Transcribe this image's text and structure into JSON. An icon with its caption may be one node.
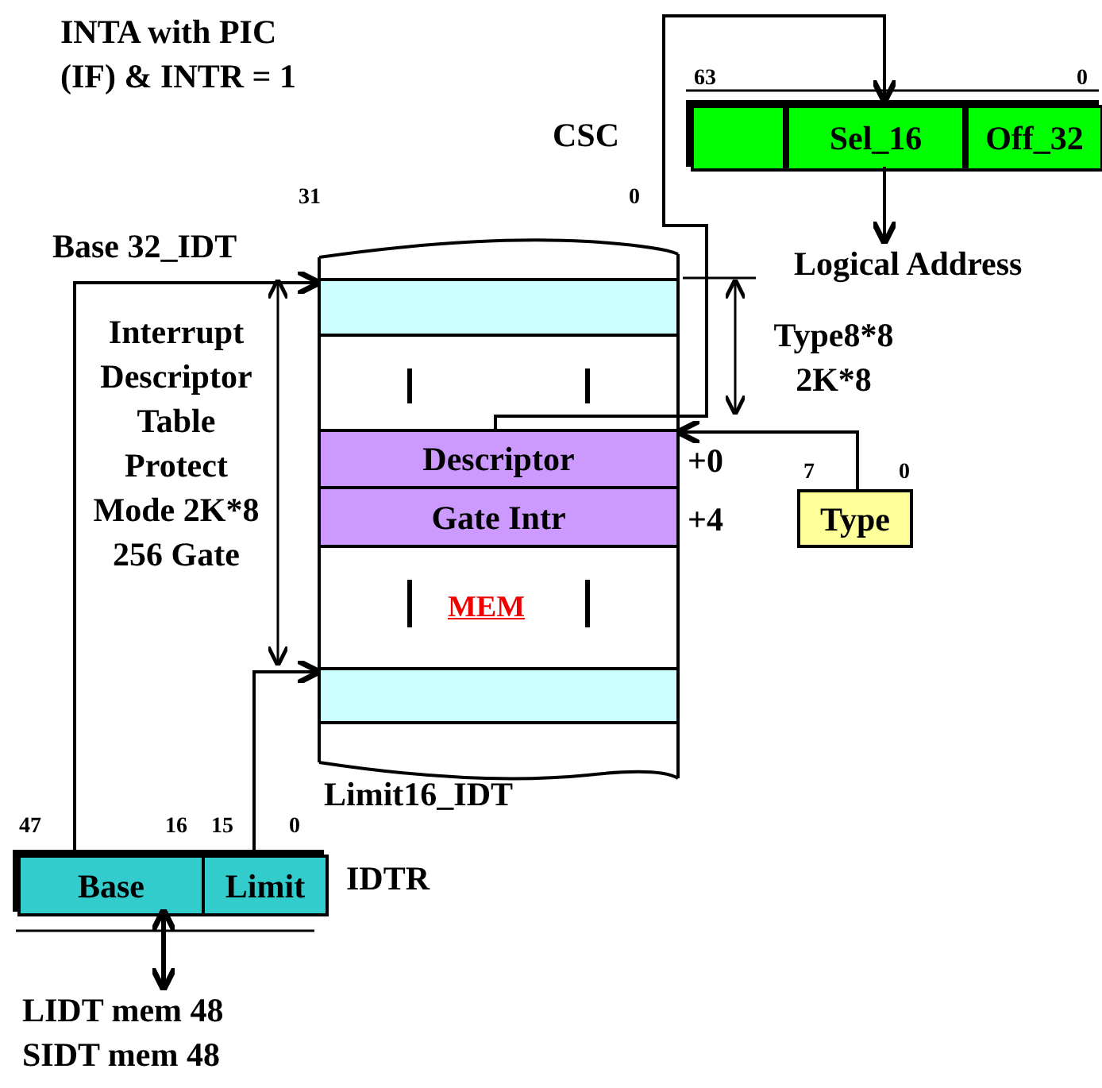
{
  "diagram": {
    "title": "INTA with PIC (IF) & INTR = 1",
    "nodes": [
      {
        "text": [
          "CSC"
        ]
      },
      {
        "text": [],
        "shape": "box",
        "in": 0
      },
      {
        "text": [
          "Sel_16"
        ],
        "in": 0
      },
      {
        "text": [
          "Off_32"
        ],
        "in": 0
      },
      {
        "text": [
          "Logical Address"
        ]
      },
      {
        "text": [],
        "shape": "box"
      },
      {
        "text": [],
        "shape": "box",
        "in": 5
      },
      {
        "text": [
          "Descriptor"
        ],
        "in": 5
      },
      {
        "text": [
          "Gate Intr"
        ],
        "in": 5
      },
      {
        "text": [],
        "shape": "box",
        "in": 5
      },
      {
        "text": [
          "Type"
        ]
      },
      {
        "text": [
          "IDTR"
        ]
      },
      {
        "text": [
          "Base"
        ],
        "in": 11
      },
      {
        "text": [
          "Limit"
        ],
        "in": 11
      },
      {
        "text": [
          "LIDT mem 48 SIDT mem 48"
        ]
      }
    ],
    "edges": [
      {
        "from": 7,
        "to": 2,
        "arrow": "to"
      },
      {
        "from": 2,
        "to": 4,
        "arrow": "to"
      },
      {
        "from": 10,
        "to": 7,
        "arrow": "to"
      },
      {
        "from": 12,
        "to": 6,
        "arrow": "to",
        "label": "Base 32_IDT"
      },
      {
        "from": 13,
        "to": 9,
        "arrow": "to"
      },
      {
        "from": 14,
        "to": 11,
        "arrow": "both"
      }
    ],
    "labels": [
      "63",
      "0",
      "31",
      "0",
      "Type8*8 2K*8",
      "+0",
      "+4",
      "7",
      "0",
      "Interrupt Descriptor Table Protect Mode 2K*8 256 Gate",
      "MEM",
      "Limit16_IDT",
      "47",
      "16",
      "15",
      "0"
    ]
  }
}
